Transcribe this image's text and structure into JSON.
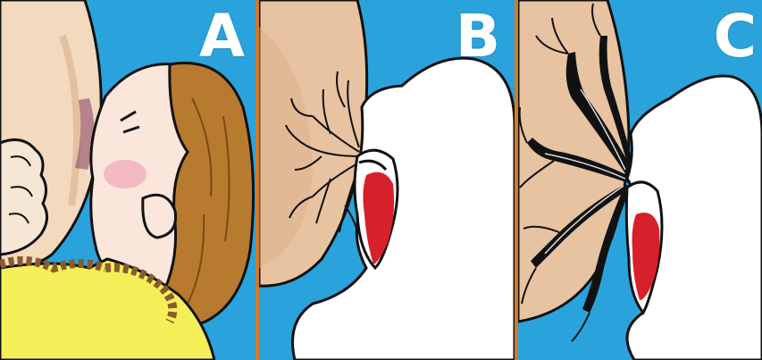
{
  "panels": [
    {
      "id": "A",
      "label": "A"
    },
    {
      "id": "B",
      "label": "B"
    },
    {
      "id": "C",
      "label": "C"
    }
  ],
  "colors": {
    "background": "#2aa3dc",
    "skin": "#f3d9be",
    "skin_shadow": "#c9a17a",
    "hair": "#b87a2e",
    "shirt": "#f4ef58",
    "outline": "#111111",
    "tongue": "#d8202a",
    "silhouette": "#ffffff",
    "divider": "#d07a2e"
  },
  "icons": [
    "breast-illustration",
    "baby-head-illustration",
    "milk-duct-illustration",
    "tongue-illustration"
  ]
}
